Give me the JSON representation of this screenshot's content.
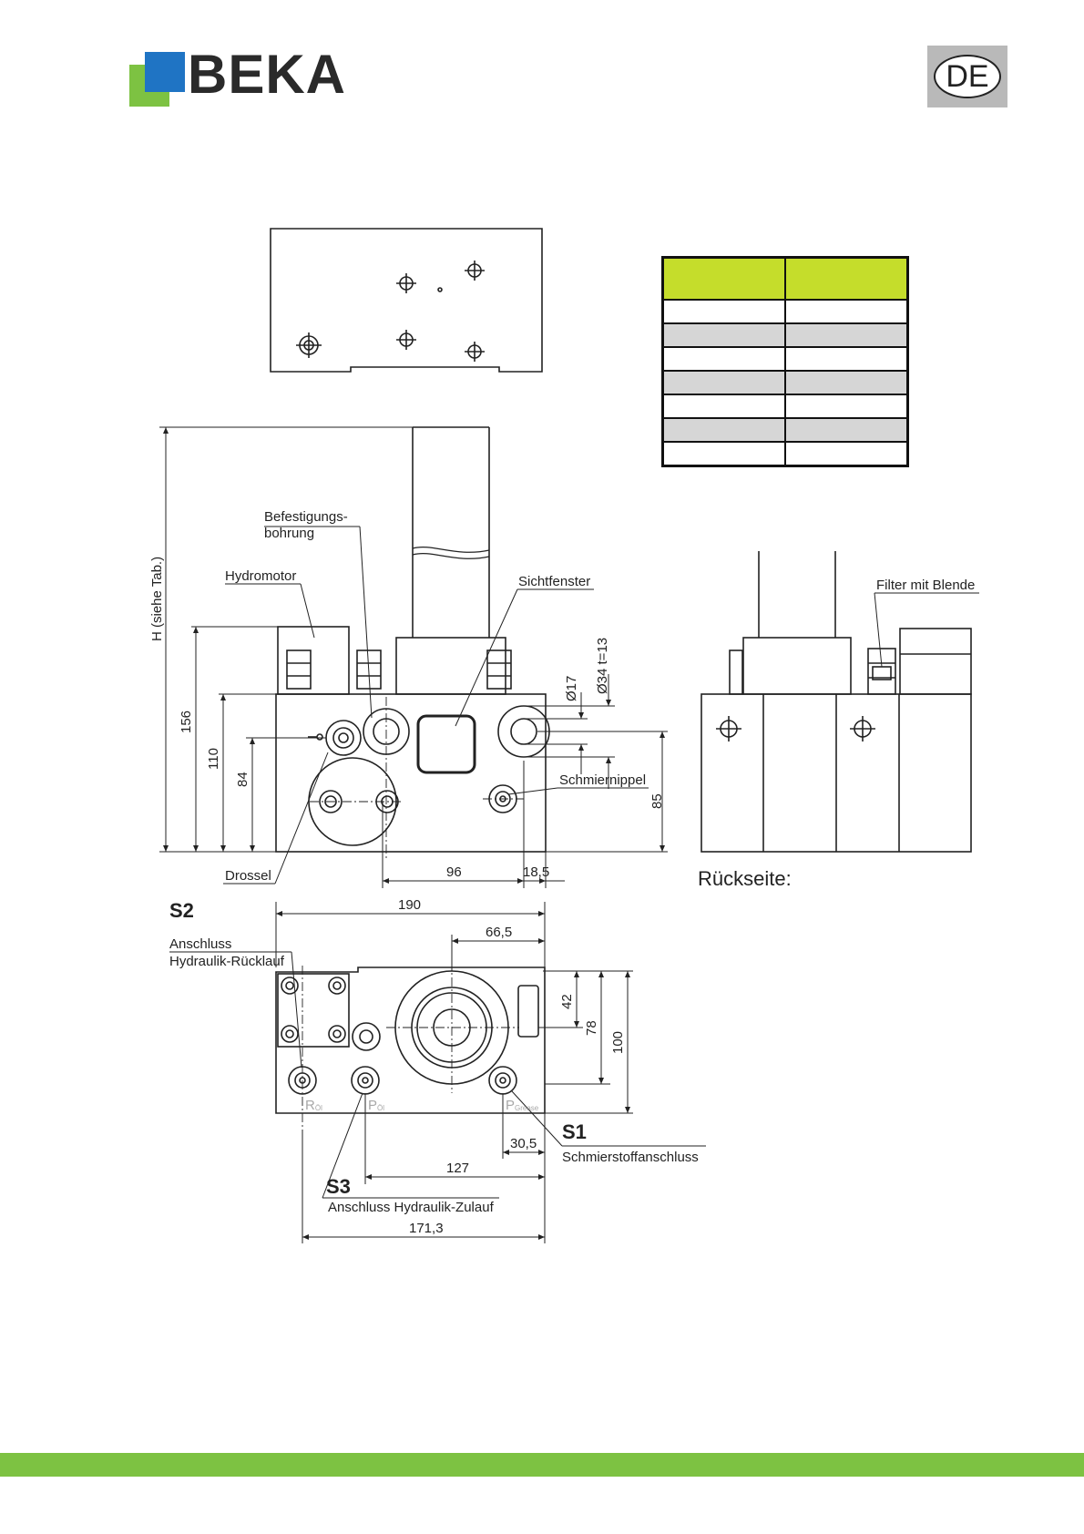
{
  "header": {
    "brand": "BEKA",
    "language_badge": "DE"
  },
  "colors": {
    "brand_green": "#7dc242",
    "brand_blue": "#1f74c4",
    "table_header": "#c5dd2b",
    "table_shade": "#d6d6d6"
  },
  "spec_table": {
    "header": [
      "",
      ""
    ],
    "rows": 7
  },
  "labels": {
    "befestigung_1": "Befestigungs-",
    "befestigung_2": "bohrung",
    "hydromotor": "Hydromotor",
    "sichtfenster": "Sichtfenster",
    "filter": "Filter mit Blende",
    "h_label": "H (siehe Tab.)",
    "schmiernippel": "Schmiernippel",
    "drossel": "Drossel",
    "rueckseite": "Rückseite:",
    "s2": "S2",
    "s2_line1": "Anschluss",
    "s2_line2": "Hydraulik-Rücklauf",
    "s1": "S1",
    "s1_text": "Schmierstoffanschluss",
    "s3": "S3",
    "s3_text": "Anschluss Hydraulik-Zulauf",
    "port_r": "R",
    "port_r_sub": "Öl",
    "port_p": "P",
    "port_p_sub": "Öl",
    "port_pg": "P",
    "port_pg_sub": "Grease"
  },
  "dimensions": {
    "d156": "156",
    "d110": "110",
    "d84": "84",
    "d85": "85",
    "d17": "Ø17",
    "d34": "Ø34 t=13",
    "d96": "96",
    "d185": "18,5",
    "d190": "190",
    "d665": "66,5",
    "d42": "42",
    "d78": "78",
    "d100": "100",
    "d305": "30,5",
    "d127": "127",
    "d1713": "171,3"
  }
}
